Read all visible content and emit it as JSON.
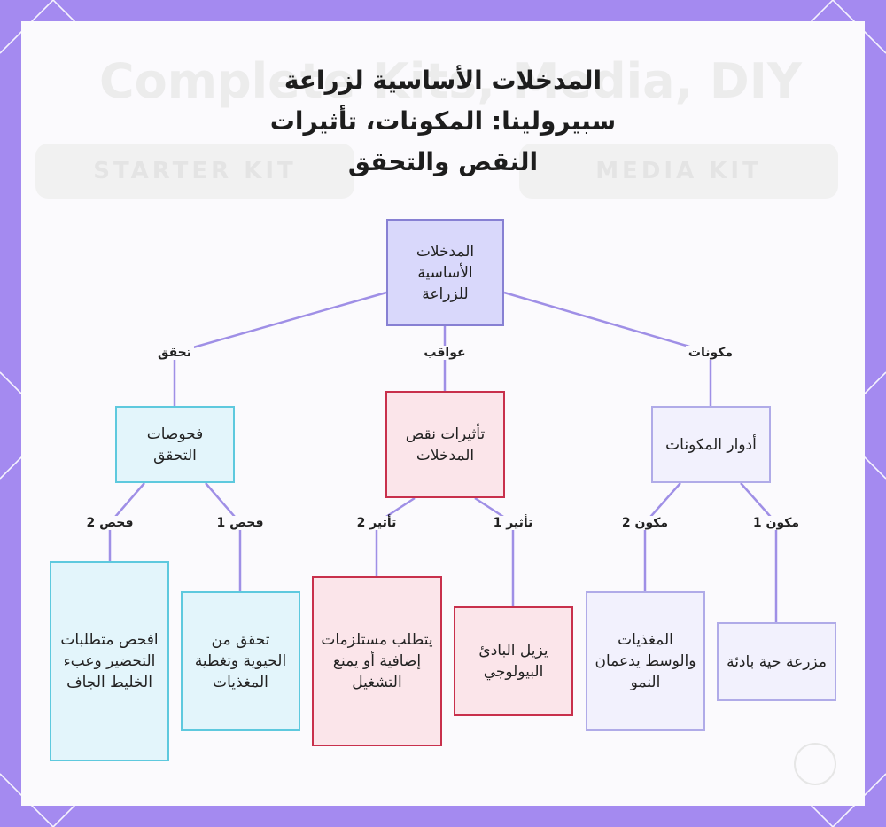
{
  "diagram": {
    "title_lines": [
      "المدخلات الأساسية لزراعة",
      "سبيرولينا: المكونات، تأثيرات",
      "النقص والتحقق"
    ],
    "background_text": {
      "heading": "Complete Kits, Media, DIY",
      "button_left": "STARTER KIT",
      "button_right": "MEDIA KIT"
    },
    "nodes": {
      "root": "المدخلات الأساسية للزراعة",
      "verify": "فحوصات التحقق",
      "effects": "تأثيرات نقص المدخلات",
      "roles": "أدوار المكونات",
      "check2": "افحص متطلبات التحضير وعبء الخليط الجاف",
      "check1": "تحقق من الحيوية وتغطية المغذيات",
      "effect2": "يتطلب مستلزمات إضافية أو يمنع التشغيل",
      "effect1": "يزيل البادئ البيولوجي",
      "comp2": "المغذيات والوسط يدعمان النمو",
      "comp1": "مزرعة حية بادئة"
    },
    "edge_labels": {
      "verify": "تحقق",
      "effects": "عواقب",
      "roles": "مكونات",
      "check2": "فحص 2",
      "check1": "فحص 1",
      "effect2": "تأثير 2",
      "effect1": "تأثير 1",
      "comp2": "مكون 2",
      "comp1": "مكون 1"
    },
    "colors": {
      "frame": "#a48af0",
      "connector": "#9f8fe6",
      "root_fill": "#d9d8fb",
      "verify_fill": "#e3f5fb",
      "effects_fill": "#fbe5ea",
      "roles_fill": "#f2f1fd"
    }
  }
}
